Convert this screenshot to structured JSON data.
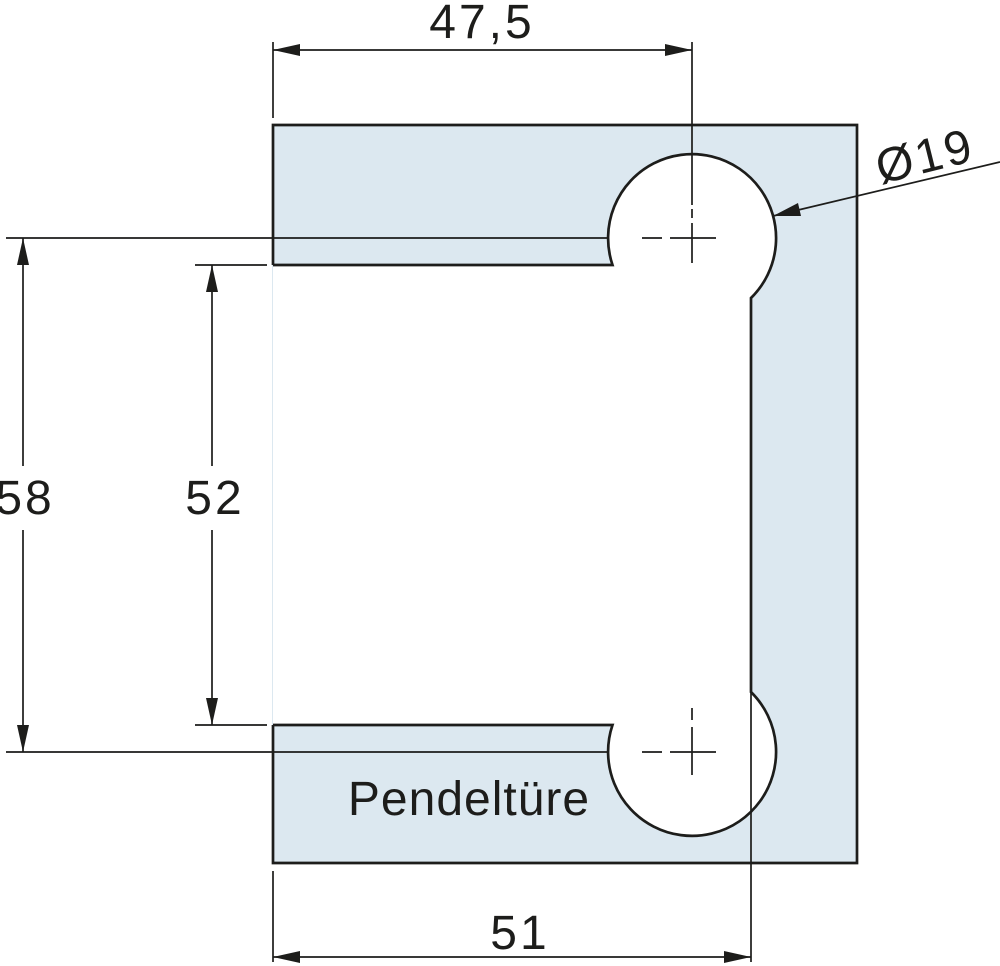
{
  "colors": {
    "line": "#1d1d1b",
    "plate_fill": "#dce8f0",
    "background": "#ffffff"
  },
  "labels": {
    "top_width": "47,5",
    "outer_hole_distance": "58",
    "inner_cutout_height": "52",
    "bottom_width": "51",
    "hole_diameter": "Ø19",
    "part_name": "Pendeltüre"
  }
}
